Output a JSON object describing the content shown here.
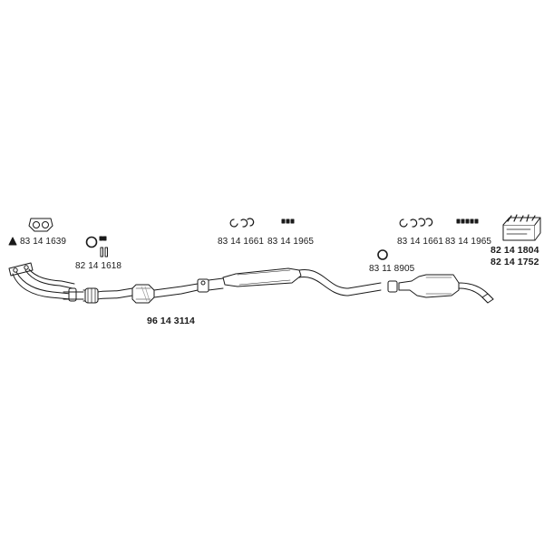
{
  "parts": {
    "gasket_front": "83 14 1639",
    "clamp_front": "82 14 1618",
    "catalyst_pipe": "96 14 3114",
    "hangers_mid": "83 14 1661",
    "bolts_mid": "83 14 1965",
    "hangers_rear": "83 14 1661",
    "bolts_rear": "83 14 1965",
    "clamp_rear": "83 11 8905",
    "kit_1": "82 14 1804",
    "kit_2": "82 14 1752"
  },
  "colors": {
    "line": "#1a1a1a",
    "fill": "#ffffff",
    "shade": "#bdbdbd"
  }
}
